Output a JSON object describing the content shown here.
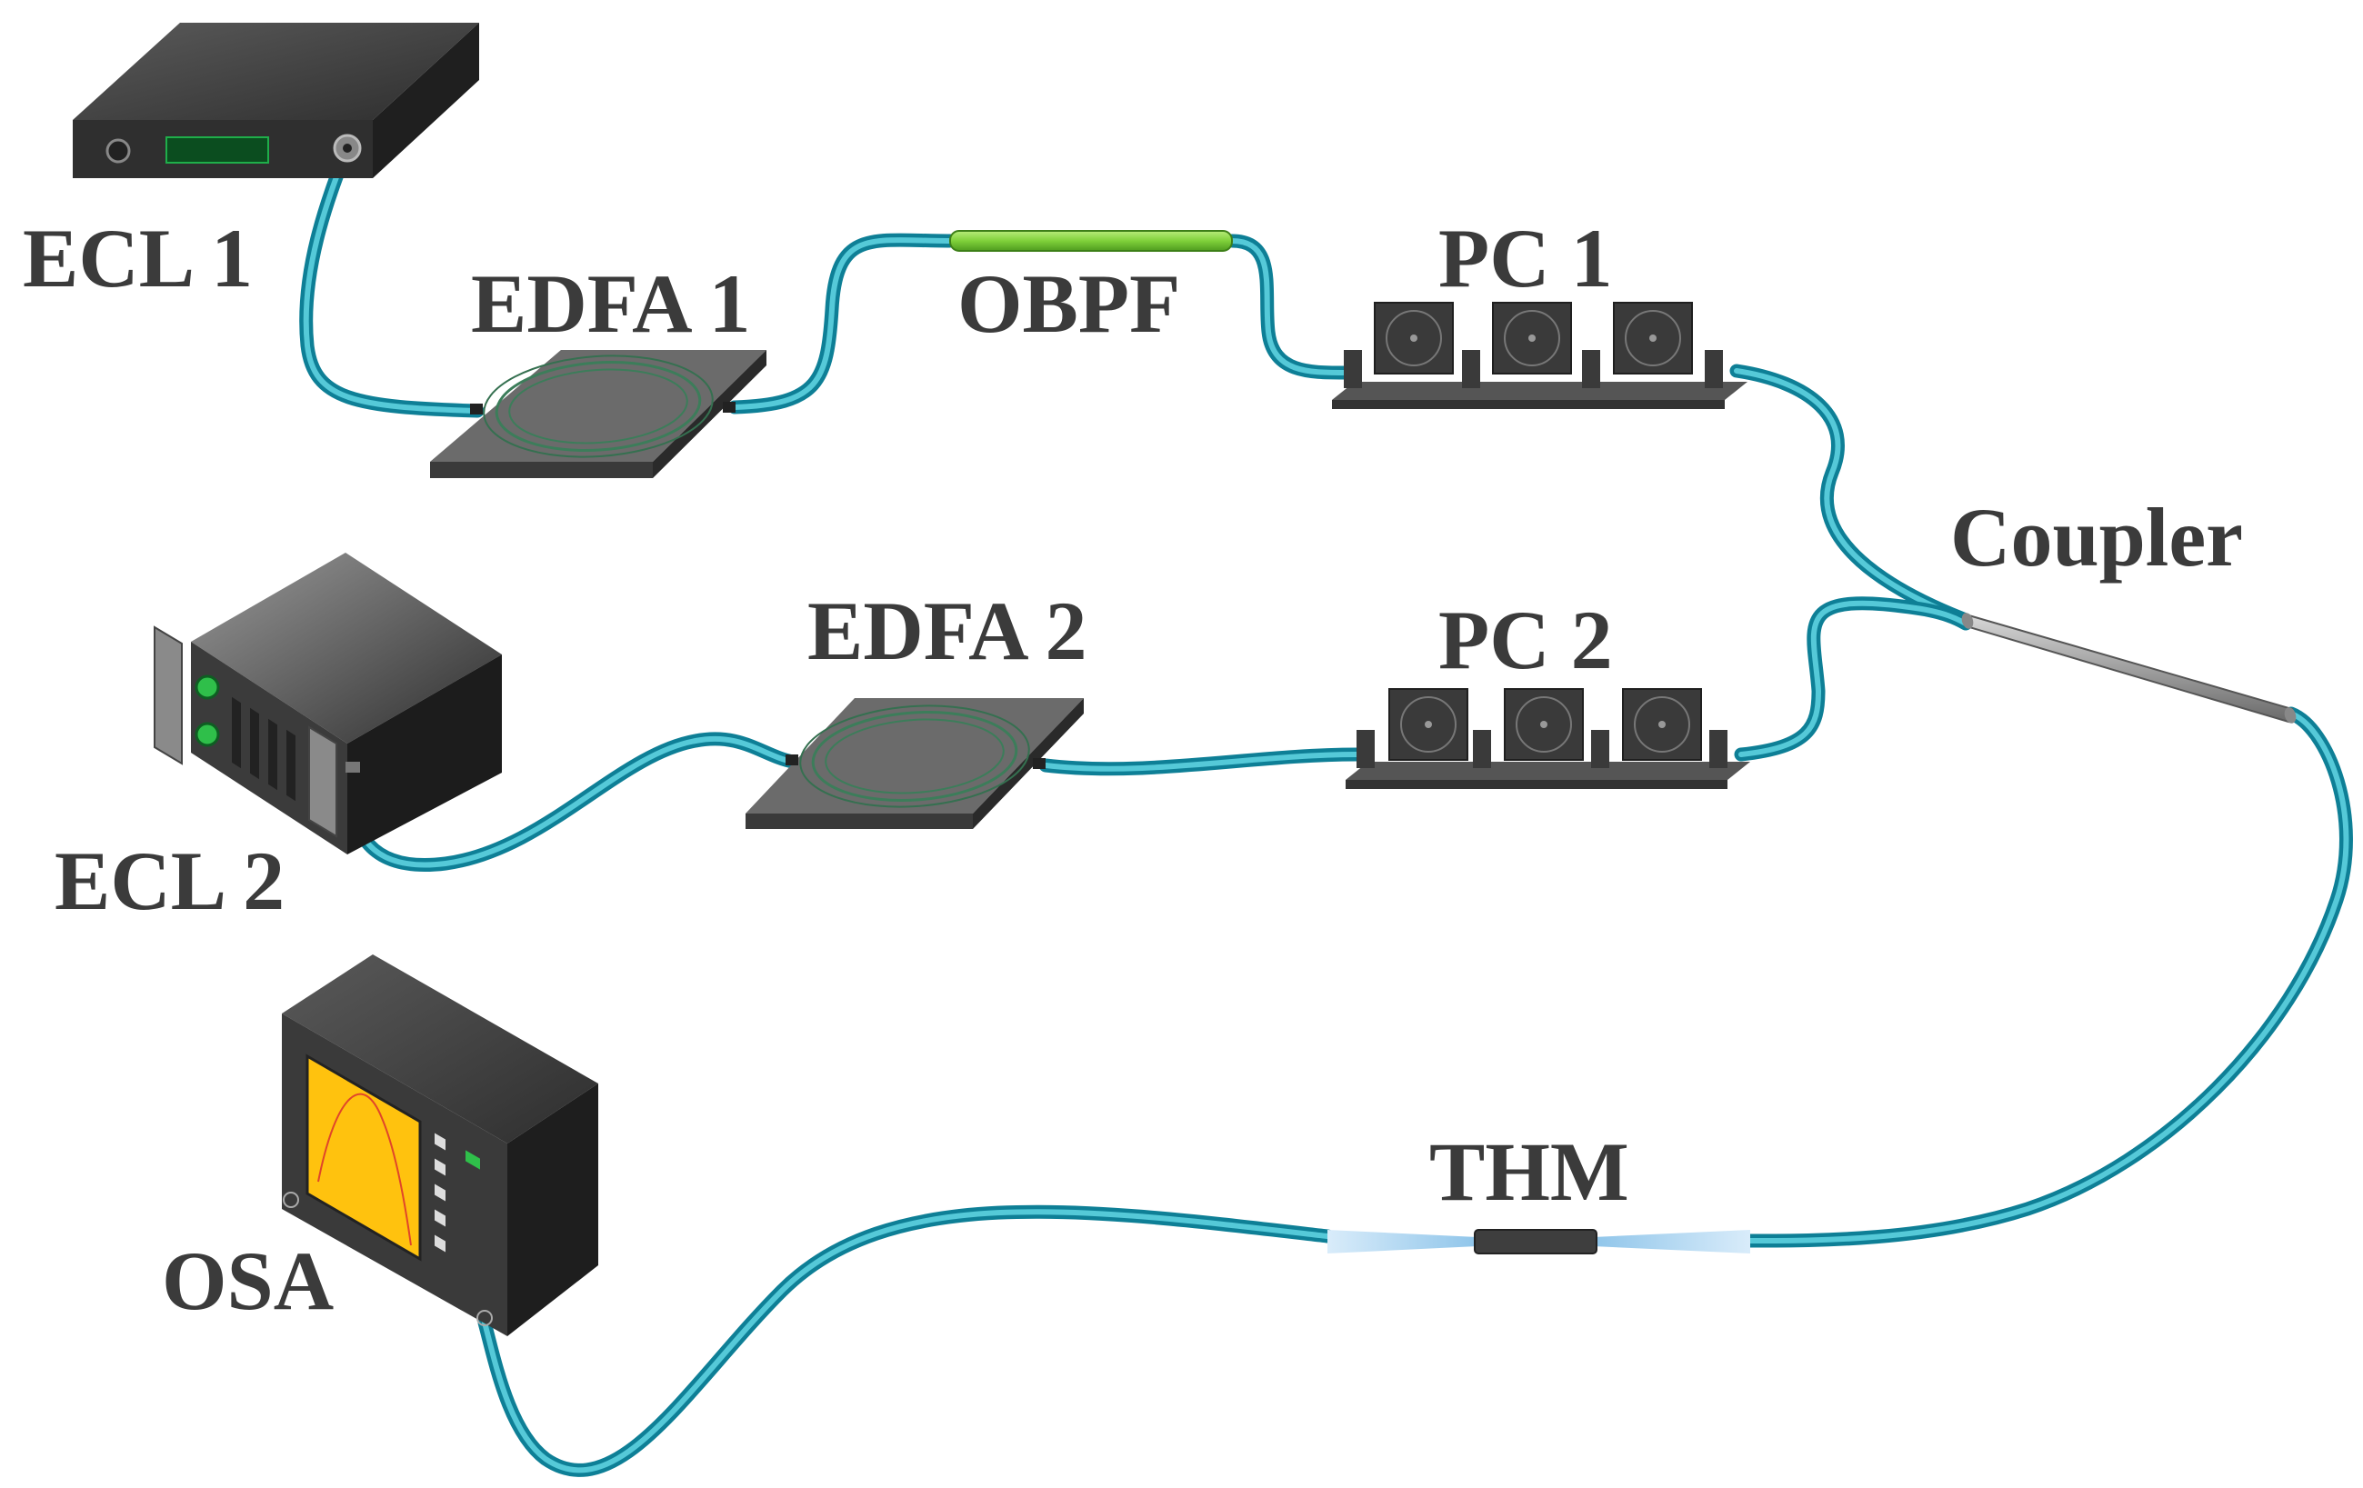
{
  "labels": {
    "ecl1": "ECL 1",
    "edfa1": "EDFA 1",
    "obpf": "OBPF",
    "pc1": "PC 1",
    "coupler": "Coupler",
    "edfa2": "EDFA 2",
    "pc2": "PC 2",
    "ecl2": "ECL 2",
    "thm": "THM",
    "osa": "OSA"
  },
  "colors": {
    "fiber_dark": "#0e7f96",
    "fiber_light": "#55c9d8",
    "device_dark": "#3a3a3a",
    "device_panel": "#6b6b6b",
    "obpf_green": "#8fd84a",
    "osa_screen": "#ffc20e",
    "led_green": "#2fbf4a",
    "thm_taper": "#b8dcf2"
  }
}
